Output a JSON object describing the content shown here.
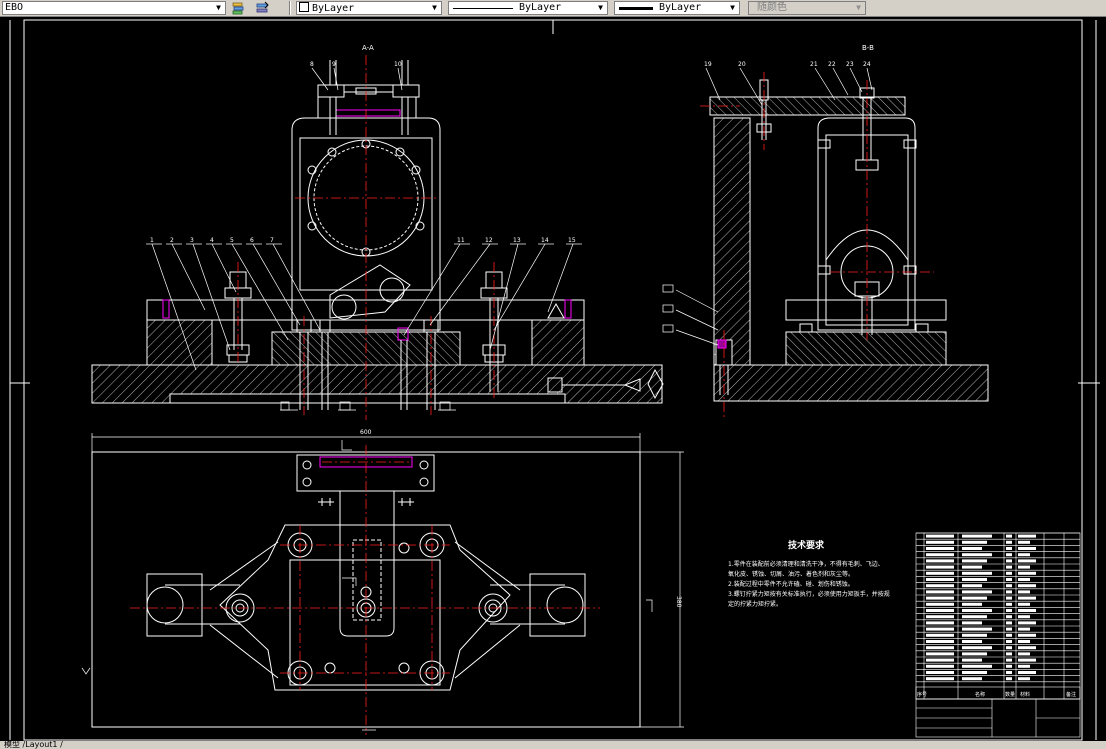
{
  "toolbar": {
    "style_combo": "EBO",
    "layer_combo": "ByLayer",
    "linetype_combo": "ByLayer",
    "lineweight_combo": "ByLayer",
    "color_combo": "随颜色"
  },
  "drawing": {
    "section_a_label": "A-A",
    "section_b_label": "B-B",
    "overall_length": "600",
    "overall_height": "380",
    "tech_requirements_title": "技术要求",
    "tech_requirements": [
      "1.零件在装配前必须清理和清洗干净，不得有毛刺、飞边、",
      "氧化皮、锈蚀、切屑、油污、着色剂和灰尘等。",
      "2.装配过程中零件不允许磕、碰、划伤和锈蚀。",
      "3.螺钉拧紧力矩按有关标准执行，必须使用力矩扳手，并按规",
      "定的拧紧力矩拧紧。"
    ],
    "balloons_a": [
      "1",
      "2",
      "3",
      "4",
      "5",
      "6",
      "7",
      "8",
      "9",
      "10",
      "11",
      "12",
      "13",
      "14",
      "15"
    ],
    "balloons_b": [
      "19",
      "20",
      "21",
      "22",
      "23",
      "24"
    ],
    "title_block_headers": [
      "序号",
      "名称",
      "数量",
      "材料",
      "备注"
    ]
  },
  "status": {
    "layout_tab": "模型 /Layout1 /"
  },
  "colors": {
    "toolbar_bg": "#d4d0c8",
    "canvas_bg": "#000000",
    "geometry": "#ffffff",
    "centerline": "#ff2020",
    "accent": "#ff00ff",
    "dimension": "#ffff00"
  }
}
